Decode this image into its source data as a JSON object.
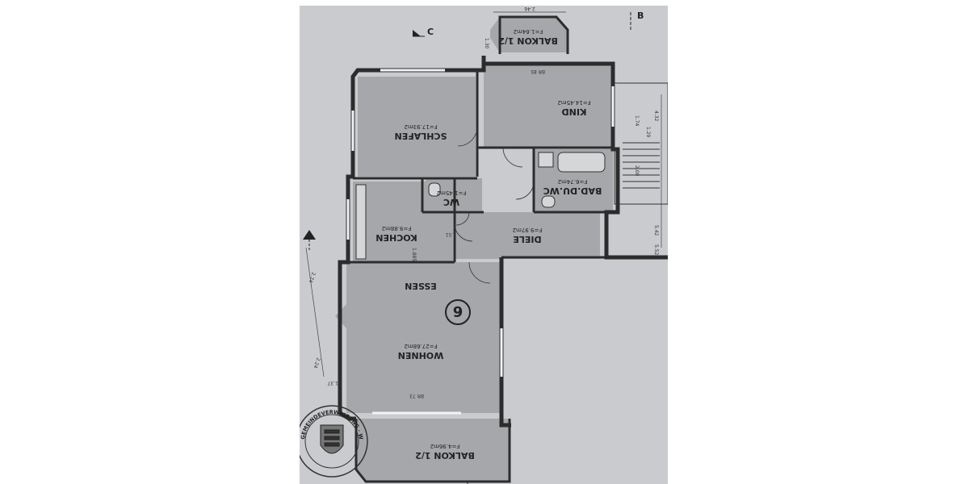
{
  "sheet": {
    "section_marker": "C",
    "elevation_marker": "B",
    "apartment_number": "6",
    "paper_color": "#c9cbcf",
    "wall_color": "#2c2c2c",
    "room_fill": "#a5a7aa"
  },
  "rooms": {
    "balkon_top": {
      "name": "BALKON 1/2",
      "area": "F=1.64m2"
    },
    "kind": {
      "name": "KIND",
      "area": "F=14.45m2"
    },
    "schlafen": {
      "name": "SCHLAFEN",
      "area": "F=17.93m2"
    },
    "bad": {
      "name": "BAD.DU.WC",
      "area": "F=6.74m2"
    },
    "wc": {
      "name": "WC",
      "area": "F=1.45m2"
    },
    "kochen": {
      "name": "KOCHEN",
      "area": "F=9.88m2"
    },
    "diele": {
      "name": "DIELE",
      "area": "F=9.97m2"
    },
    "essen": {
      "name": "ESSEN"
    },
    "wohnen": {
      "name": "WOHNEN",
      "area": "F=27.68m2"
    },
    "balkon_bottom": {
      "name": "BALKON 1/2",
      "area": "F=4.96m2"
    }
  },
  "dimensions": {
    "top_width": "2.46",
    "top_offset": "1.30",
    "br_kind": "BR 85",
    "br_wohnen": "BR 73",
    "right_1": "4.32",
    "right_2": "1.74",
    "right_3": "1.29",
    "right_4": "2.00",
    "right_5": "5.42",
    "right_6": "5.52",
    "left_1": "2.74",
    "left_2": "2.24",
    "left_3": "1.37",
    "diele_dim": "2.51",
    "kochen_dim": "1.885"
  },
  "stamp": {
    "text": "GEMEINDEVERWALTUNG · WALLDURN · ALDHEIM"
  }
}
